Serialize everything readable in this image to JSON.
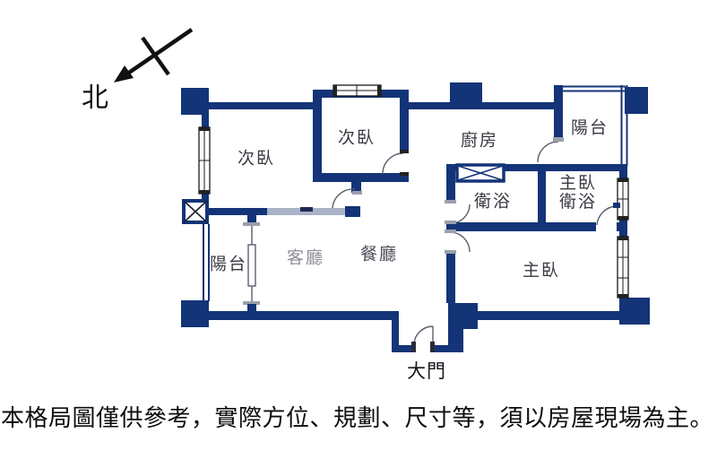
{
  "north": {
    "label": "北"
  },
  "labels": {
    "bedroom_left": "次臥",
    "bedroom_top": "次臥",
    "kitchen": "廚房",
    "balcony_top": "陽台",
    "bathroom": "衛浴",
    "master_bath_line1": "主臥",
    "master_bath_line2": "衛浴",
    "master_bedroom": "主臥",
    "balcony_left": "陽台",
    "living_room": "客廳",
    "dining_room": "餐廳",
    "main_door": "大門"
  },
  "disclaimer": "本格局圖僅供參考，實際方位、規劃、尺寸等，須以房屋現場為主。",
  "colors": {
    "wall": "#143478",
    "partition_gray": "#a9b2c6",
    "door_arc": "#5a5f6e",
    "living_label": "#8e8f96",
    "dining_label": "#4a4c55",
    "room_label": "#383a42",
    "text": "#0d0d0d"
  }
}
